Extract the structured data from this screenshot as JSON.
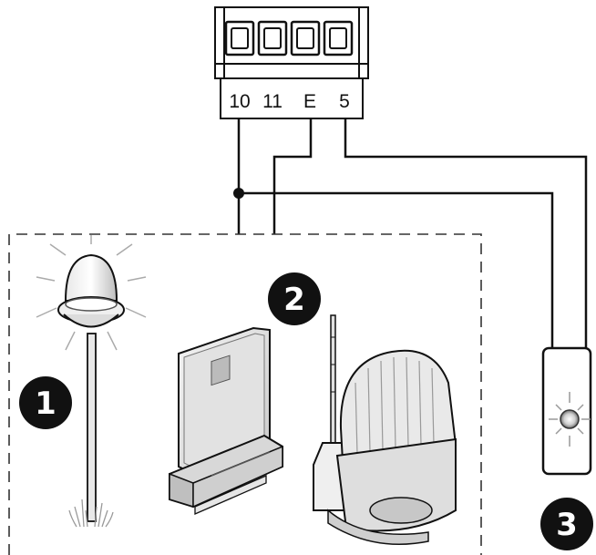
{
  "terminal_block": {
    "terminals": [
      "10",
      "11",
      "E",
      "5"
    ]
  },
  "devices": [
    {
      "number": "1",
      "icon": "garden-lamp-icon"
    },
    {
      "number": "2",
      "icon": "flashing-light-icon"
    },
    {
      "number": "3",
      "icon": "indicator-light-icon"
    }
  ],
  "colors": {
    "line": "#111111",
    "badge": "#111111",
    "background": "#ffffff"
  }
}
